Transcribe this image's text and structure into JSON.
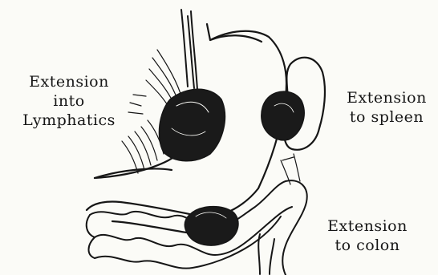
{
  "labels": {
    "lymphatics": [
      "Extension",
      "into",
      "Lymphatics"
    ],
    "spleen": [
      "Extension",
      "to spleen"
    ],
    "colon": [
      "Extension",
      "to colon"
    ]
  },
  "colors": {
    "ink": "#161616",
    "paper": "#fbfbf7",
    "tumor": "#1a1a1a"
  }
}
